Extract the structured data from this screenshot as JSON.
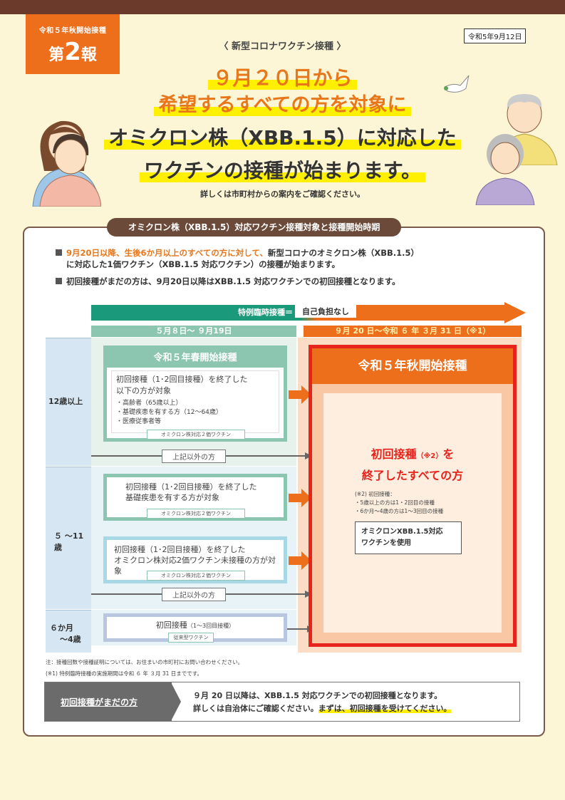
{
  "header": {
    "badge_small": "令和５年秋開始接種",
    "badge_prefix": "第",
    "badge_num": "2",
    "badge_suffix": "報",
    "date": "令和5年9月12日",
    "subheading": "〈 新型コロナワクチン接種 〉",
    "headline1": "９月２０日から",
    "headline2": "希望するすべての方を対象に",
    "headline3": "オミクロン株（XBB.1.5）に対応した",
    "headline4": "ワクチンの接種が始まります。",
    "note": "詳しくは市町村からの案内をご確認ください。"
  },
  "panel": {
    "title": "オミクロン株（XBB.1.5）対応ワクチン接種対象と接種開始時期",
    "bullet1_orange": "9月20日以降、生後6か月以上のすべての方に対して、",
    "bullet1_rest": "新型コロナのオミクロン株（XBB.1.5）",
    "bullet1_line2": "に対応した1価ワクチン（XBB.1.5 対応ワクチン）の接種が始まります。",
    "bullet2": "初回接種がまだの方は、9月20日以降はXBB.1.5 対応ワクチンでの初回接種となります。"
  },
  "timeline": {
    "arrow_label": "特例臨時接種＝",
    "arrow_value": "自己負担なし",
    "col1": "５月８日～ ９月19日",
    "col2": "９月 20 日～令和 ６ 年 ３月 31 日（※1）"
  },
  "rows": {
    "age1": "12歳以上",
    "age2": "５ ～11歳",
    "age3a": "６か月",
    "age3b": "～4歳"
  },
  "boxes": {
    "spring_title": "令和５年春開始接種",
    "spring_t1": "初回接種（1･2回目接種）を終了した",
    "spring_t2": "以下の方が対象",
    "spring_l1": "・高齢者（65歳以上）",
    "spring_l2": "・基礎疾患を有する方（12～64歳）",
    "spring_l3": "・医療従事者等",
    "tag_bivalent": "オミクロン株対応２価ワクチン",
    "other1": "上記以外の方",
    "mid1_t1": "初回接種（1･2回目接種）を終了した",
    "mid1_t2": "基礎疾患を有する方が対象",
    "mid2_t1": "初回接種（1･2回目接種）を終了した",
    "mid2_t2": "オミクロン株対応2価ワクチン未接種の方が対象",
    "other2": "上記以外の方",
    "infant_title": "初回接種",
    "infant_sub": "（1～3回目接種）",
    "tag_conventional": "従来型ワクチン"
  },
  "autumn": {
    "title": "令和５年秋開始接種",
    "main1": "初回接種",
    "main1_note": "（※2）",
    "main1_end": "を",
    "main2": "終了したすべての方",
    "n1": "(※2) 初回接種：",
    "n2": "・5歳以上の方は1・2回目の接種",
    "n3": "・6か月～4歳の方は1～3回目の接種",
    "vaccine1": "オミクロンXBB.1.5対応",
    "vaccine2": "ワクチンを使用"
  },
  "footnotes": {
    "f1": "注：接種回数や接種証明については、お住まいの市町村にお問い合わせください。",
    "f2": "(※1) 特例臨時接種の実施期間は令和 ６ 年 ３月 31 日までです。"
  },
  "bottom": {
    "label": "初回接種がまだの方",
    "line1": "９月 20 日以降は、XBB.1.5 対応ワクチンでの初回接種となります。",
    "line2a": "詳しくは自治体にご確認ください。",
    "line2b": "まずは、初回接種を受けてください。"
  },
  "colors": {
    "orange": "#ee6f1b",
    "red": "#e8231b",
    "green": "#8cc5b0",
    "teal": "#2a9d7a",
    "brown": "#6b3a2a"
  }
}
